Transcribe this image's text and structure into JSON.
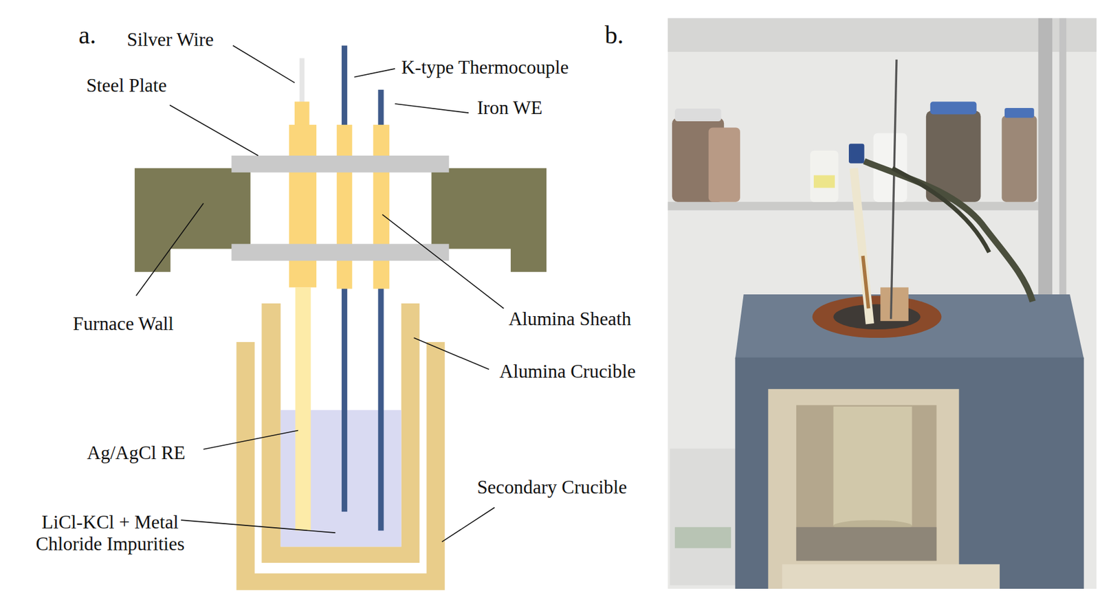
{
  "diagram": {
    "labels": [
      "a.",
      "Silver Wire",
      "Steel Plate",
      "K-type Thermocouple",
      "Iron WE",
      "Furnace Wall",
      "Alumina Sheath",
      "Alumina Crucible",
      "Ag/AgCl RE",
      "Secondary Crucible",
      "LiCl-KCl + Metal Chloride Impurities",
      "b."
    ]
  }
}
